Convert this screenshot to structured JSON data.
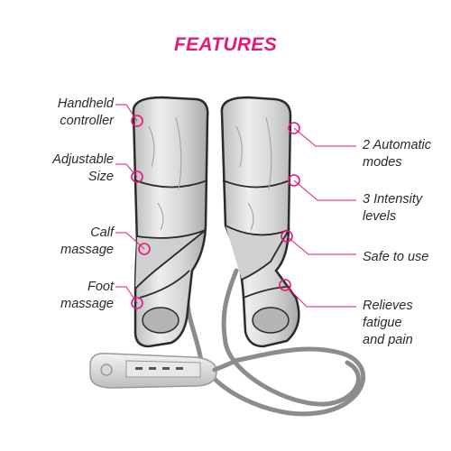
{
  "title": "FEATURES",
  "colors": {
    "accent": "#e5197a",
    "device_light": "#e2e2e2",
    "device_mid": "#bdbdbd",
    "device_dark": "#8a8a8a",
    "trim": "#2b2b2b",
    "hose": "#8c8c8c"
  },
  "features_left": [
    {
      "line1": "Handheld",
      "line2": "controller"
    },
    {
      "line1": "Adjustable",
      "line2": "Size"
    },
    {
      "line1": "Calf",
      "line2": "massage"
    },
    {
      "line1": "Foot",
      "line2": "massage"
    }
  ],
  "features_right": [
    {
      "line1": "2 Automatic",
      "line2": "modes"
    },
    {
      "line1": "3 Intensity",
      "line2": "levels"
    },
    {
      "line1": "Safe to use"
    },
    {
      "line1": "Relieves",
      "line2": "fatigue",
      "line3": "and pain"
    }
  ]
}
